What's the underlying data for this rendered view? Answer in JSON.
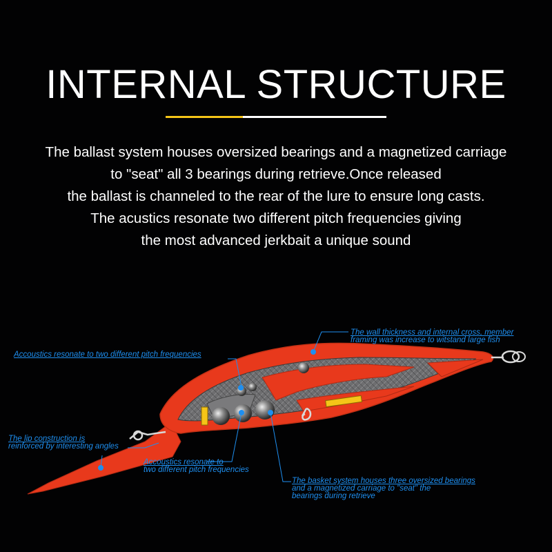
{
  "title": "INTERNAL STRUCTURE",
  "description": [
    "The ballast system houses oversized bearings and a magnetized carriage",
    "to \"seat\" all 3 bearings during retrieve.Once released",
    "the ballast is channeled to the rear of the lure to ensure long casts.",
    "The acustics resonate two different pitch frequencies giving",
    "the most advanced jerkbait a unique sound"
  ],
  "callouts": {
    "wall": [
      "The wall thickness and internal cross,  member",
      "framing was increase to witstand large fish"
    ],
    "acoustics_top": [
      "Accoustics resonate to two different pitch frequencies"
    ],
    "lip": [
      "The lip construction is",
      "reinforced by interesting angles"
    ],
    "acoustics_mid": [
      "Accoustics resonate to",
      "two different pitch frequencies"
    ],
    "basket": [
      "The basket system houses three oversized bearings",
      "and a magnetized carriage to \"seat\" the",
      "bearings during retrieve"
    ]
  },
  "colors": {
    "accent_yellow": "#f5c518",
    "callout_blue": "#1e8ff0",
    "lure_red": "#e8391c"
  }
}
